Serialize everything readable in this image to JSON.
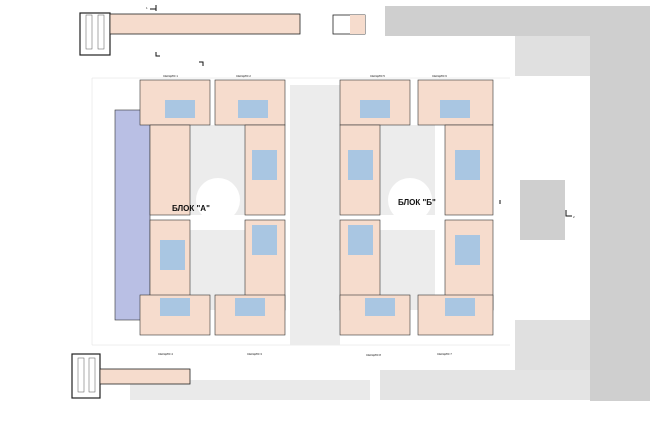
{
  "plan": {
    "block_a_label": "БЛОК \"А\"",
    "block_b_label": "БЛОК \"Б\"",
    "sections_top": [
      "СЕКЦИЯ 1",
      "СЕКЦИЯ 2",
      "СЕКЦИЯ 5",
      "СЕКЦИЯ 6"
    ],
    "sections_bottom": [
      "СЕКЦИЯ 4",
      "СЕКЦИЯ 3",
      "СЕКЦИЯ 8",
      "СЕКЦИЯ 7"
    ],
    "cut_marks": [
      "1",
      "2"
    ]
  },
  "colors": {
    "apartment": "#f6dccd",
    "core": "#a9c6e2",
    "commercial": "#b9bfe4",
    "existing": "#cfcfcf",
    "courtyard": "#ececec"
  }
}
